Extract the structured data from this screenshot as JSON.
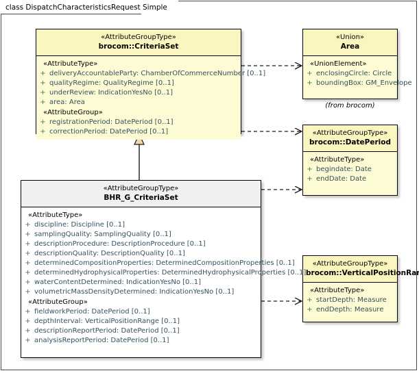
{
  "diagram": {
    "title": "class DispatchCharacteristicsRequest Simple",
    "colors": {
      "class_fill_yellow": "#fdfbd4",
      "class_header_yellow": "#fbf6bf",
      "class_fill_grey": "#ffffff",
      "class_header_grey": "#f0f0f0",
      "border": "#000000",
      "frame": "#4a4a4a",
      "attribute_text": "#34515e",
      "visibility_marker": "#4d7a4d",
      "generalization_fill": "#f5d6aa"
    }
  },
  "classes": {
    "criteria_set": {
      "stereotype": "«AttributeGroupType»",
      "name": "brocom::CriteriaSet",
      "groups": [
        {
          "label": "«AttributeType»",
          "attributes": [
            {
              "visibility": "+",
              "signature": "deliveryAccountableParty: ChamberOfCommerceNumber [0..1]"
            },
            {
              "visibility": "+",
              "signature": "qualityRegime: QualityRegime [0..1]"
            },
            {
              "visibility": "+",
              "signature": "underReview: IndicationYesNo [0..1]"
            },
            {
              "visibility": "+",
              "signature": "area: Area"
            }
          ]
        },
        {
          "label": "«AttributeGroup»",
          "attributes": [
            {
              "visibility": "+",
              "signature": "registrationPeriod: DatePeriod [0..1]"
            },
            {
              "visibility": "+",
              "signature": "correctionPeriod: DatePeriod [0..1]"
            }
          ]
        }
      ]
    },
    "bhr_g_criteria_set": {
      "stereotype": "«AttributeGroupType»",
      "name": "BHR_G_CriteriaSet",
      "groups": [
        {
          "label": "«AttributeType»",
          "attributes": [
            {
              "visibility": "+",
              "signature": "discipline: Discipline [0..1]"
            },
            {
              "visibility": "+",
              "signature": "samplingQuality: SamplingQuality [0..1]"
            },
            {
              "visibility": "+",
              "signature": "descriptionProcedure: DescriptionProcedure [0..1]"
            },
            {
              "visibility": "+",
              "signature": "descriptionQuality: DescriptionQuality [0..1]"
            },
            {
              "visibility": "+",
              "signature": "determinedCompositionProperties: DeterminedCompositionProperties [0..1]"
            },
            {
              "visibility": "+",
              "signature": "determinedHydrophysicalProperties: DeterminedHydrophysicalProperties [0..1]"
            },
            {
              "visibility": "+",
              "signature": "waterContentDetermined: IndicationYesNo [0..1]"
            },
            {
              "visibility": "+",
              "signature": "volumetricMassDensityDetermined: IndicationYesNo [0..1]"
            }
          ]
        },
        {
          "label": "«AttributeGroup»",
          "attributes": [
            {
              "visibility": "+",
              "signature": "fieldworkPeriod: DatePeriod [0..1]"
            },
            {
              "visibility": "+",
              "signature": "depthInterval: VerticalPositionRange [0..1]"
            },
            {
              "visibility": "+",
              "signature": "descriptionReportPeriod: DatePeriod [0..1]"
            },
            {
              "visibility": "+",
              "signature": "analysisReportPeriod: DatePeriod [0..1]"
            }
          ]
        }
      ]
    },
    "area": {
      "stereotype": "«Union»",
      "name": "Area",
      "note": "(from brocom)",
      "groups": [
        {
          "label": "«UnionElement»",
          "attributes": [
            {
              "visibility": "+",
              "signature": "enclosingCircle: Circle"
            },
            {
              "visibility": "+",
              "signature": "boundingBox: GM_Envelope"
            }
          ]
        }
      ]
    },
    "date_period": {
      "stereotype": "«AttributeGroupType»",
      "name": "brocom::DatePeriod",
      "groups": [
        {
          "label": "«AttributeType»",
          "attributes": [
            {
              "visibility": "+",
              "signature": "begindate: Date"
            },
            {
              "visibility": "+",
              "signature": "endDate: Date"
            }
          ]
        }
      ]
    },
    "vertical_position_range": {
      "stereotype": "«AttributeGroupType»",
      "name": "brocom::VerticalPositionRange",
      "groups": [
        {
          "label": "«AttributeType»",
          "attributes": [
            {
              "visibility": "+",
              "signature": "startDepth: Measure"
            },
            {
              "visibility": "+",
              "signature": "endDepth: Measure"
            }
          ]
        }
      ]
    }
  },
  "connectors": [
    {
      "name": "dependency-criteriaset-to-area",
      "type": "dependency",
      "from": "brocom::CriteriaSet",
      "to": "Area"
    },
    {
      "name": "dependency-criteriaset-to-dateperiod",
      "type": "dependency",
      "from": "brocom::CriteriaSet",
      "to": "brocom::DatePeriod"
    },
    {
      "name": "generalization-bhr-to-criteriaset",
      "type": "generalization",
      "from": "BHR_G_CriteriaSet",
      "to": "brocom::CriteriaSet"
    },
    {
      "name": "dependency-bhr-to-dateperiod",
      "type": "dependency",
      "from": "BHR_G_CriteriaSet",
      "to": "brocom::DatePeriod"
    },
    {
      "name": "dependency-bhr-to-verticalpositionrange",
      "type": "dependency",
      "from": "BHR_G_CriteriaSet",
      "to": "brocom::VerticalPositionRange"
    }
  ]
}
